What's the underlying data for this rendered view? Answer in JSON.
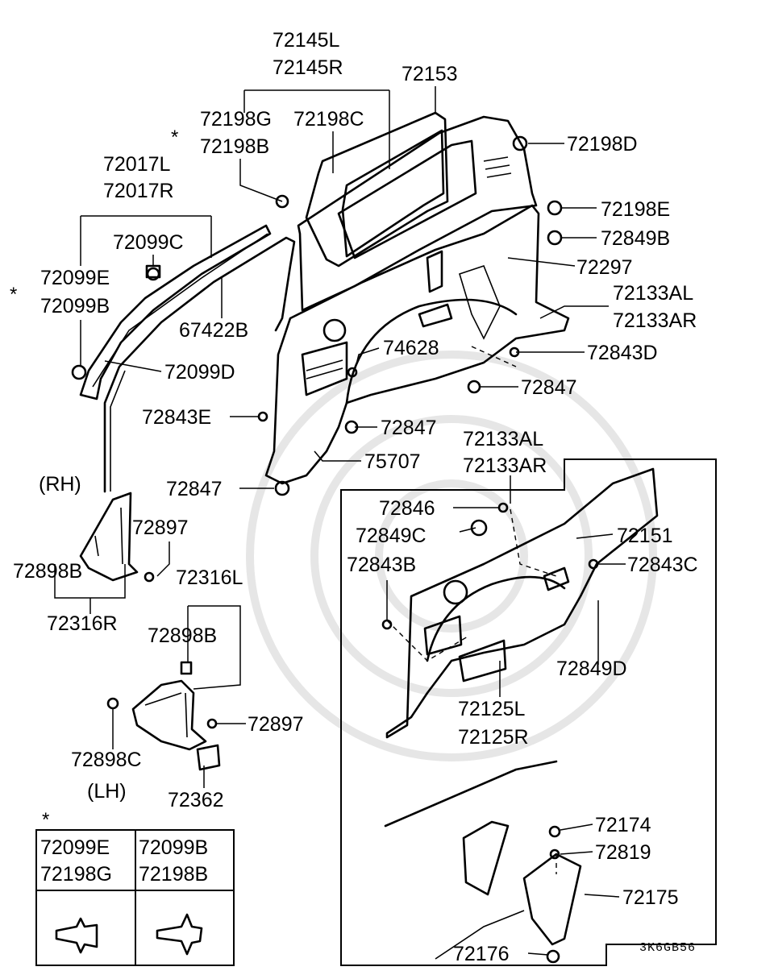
{
  "diagram": {
    "drawing_code": "3K6GB56",
    "group_labels": {
      "rh": "(RH)",
      "lh": "(LH)"
    },
    "asterisk": "*",
    "callouts": [
      {
        "id": "c72145L",
        "text": "72145L"
      },
      {
        "id": "c72145R",
        "text": "72145R"
      },
      {
        "id": "c72153",
        "text": "72153"
      },
      {
        "id": "c72198G",
        "text": "72198G"
      },
      {
        "id": "c72198C",
        "text": "72198C"
      },
      {
        "id": "c72198B",
        "text": "72198B"
      },
      {
        "id": "c72198D",
        "text": "72198D"
      },
      {
        "id": "c72017L",
        "text": "72017L"
      },
      {
        "id": "c72017R",
        "text": "72017R"
      },
      {
        "id": "c72099C",
        "text": "72099C"
      },
      {
        "id": "c72198E",
        "text": "72198E"
      },
      {
        "id": "c72849B",
        "text": "72849B"
      },
      {
        "id": "c72099E",
        "text": "72099E"
      },
      {
        "id": "c72099B",
        "text": "72099B"
      },
      {
        "id": "c72297",
        "text": "72297"
      },
      {
        "id": "c72133AL_top",
        "text": "72133AL"
      },
      {
        "id": "c72133AR_top",
        "text": "72133AR"
      },
      {
        "id": "c67422B",
        "text": "67422B"
      },
      {
        "id": "c74628",
        "text": "74628"
      },
      {
        "id": "c72843D",
        "text": "72843D"
      },
      {
        "id": "c72099D",
        "text": "72099D"
      },
      {
        "id": "c72847_a",
        "text": "72847"
      },
      {
        "id": "c72843E",
        "text": "72843E"
      },
      {
        "id": "c72847_b",
        "text": "72847"
      },
      {
        "id": "c72133AL_mid",
        "text": "72133AL"
      },
      {
        "id": "c75707",
        "text": "75707"
      },
      {
        "id": "c72133AR_mid",
        "text": "72133AR"
      },
      {
        "id": "c72847_c",
        "text": "72847"
      },
      {
        "id": "c72846",
        "text": "72846"
      },
      {
        "id": "c72897_a",
        "text": "72897"
      },
      {
        "id": "c72849C",
        "text": "72849C"
      },
      {
        "id": "c72151",
        "text": "72151"
      },
      {
        "id": "c72898B_a",
        "text": "72898B"
      },
      {
        "id": "c72843B",
        "text": "72843B"
      },
      {
        "id": "c72843C",
        "text": "72843C"
      },
      {
        "id": "c72316L",
        "text": "72316L"
      },
      {
        "id": "c72316R",
        "text": "72316R"
      },
      {
        "id": "c72898B_b",
        "text": "72898B"
      },
      {
        "id": "c72849D",
        "text": "72849D"
      },
      {
        "id": "c72125L",
        "text": "72125L"
      },
      {
        "id": "c72897_b",
        "text": "72897"
      },
      {
        "id": "c72125R",
        "text": "72125R"
      },
      {
        "id": "c72898C",
        "text": "72898C"
      },
      {
        "id": "c72362",
        "text": "72362"
      },
      {
        "id": "c72174",
        "text": "72174"
      },
      {
        "id": "c72819",
        "text": "72819"
      },
      {
        "id": "c72175",
        "text": "72175"
      },
      {
        "id": "c72176",
        "text": "72176"
      }
    ],
    "legend_table": {
      "col1": [
        "72099E",
        "72198G"
      ],
      "col2": [
        "72099B",
        "72198B"
      ]
    }
  }
}
